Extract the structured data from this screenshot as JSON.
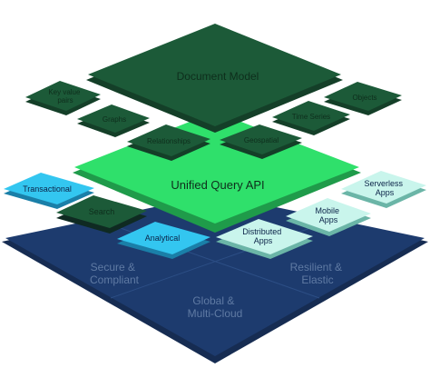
{
  "base": {
    "quadrants": [
      {
        "id": "secure",
        "lines": [
          "Secure &",
          "Compliant"
        ]
      },
      {
        "id": "resilient",
        "lines": [
          "Resilient &",
          "Elastic"
        ]
      },
      {
        "id": "global",
        "lines": [
          "Global &",
          "Multi-Cloud"
        ]
      }
    ]
  },
  "middle": {
    "api_label": "Unified Query API"
  },
  "top": {
    "document_label": "Document Model",
    "tiles": {
      "key_value": [
        "Key value",
        "pairs"
      ],
      "graphs": [
        "Graphs"
      ],
      "relationships": [
        "Relationships"
      ],
      "geospatial": [
        "Geospatial"
      ],
      "time_series": [
        "Time Series"
      ],
      "objects": [
        "Objects"
      ]
    }
  },
  "workloads": {
    "transactional": [
      "Transactional"
    ],
    "search": [
      "Search"
    ],
    "analytical": [
      "Analytical"
    ],
    "distributed_apps": [
      "Distributed",
      "Apps"
    ],
    "mobile_apps": [
      "Mobile",
      "Apps"
    ],
    "serverless_apps": [
      "Serverless",
      "Apps"
    ]
  },
  "colors": {
    "base": "#1d3b6e",
    "base_side": "#162c52",
    "base_text": "#5f7aa3",
    "green": "#2fe06b",
    "green_side": "#1f9b4a",
    "dark_green": "#1c5a38",
    "dark_green_side": "#143f28",
    "top_text": "#0e2e1c",
    "tile_light": "#c9f5ec",
    "tile_cyan": "#33c6f0",
    "tile_navy_text": "#0b2348"
  }
}
